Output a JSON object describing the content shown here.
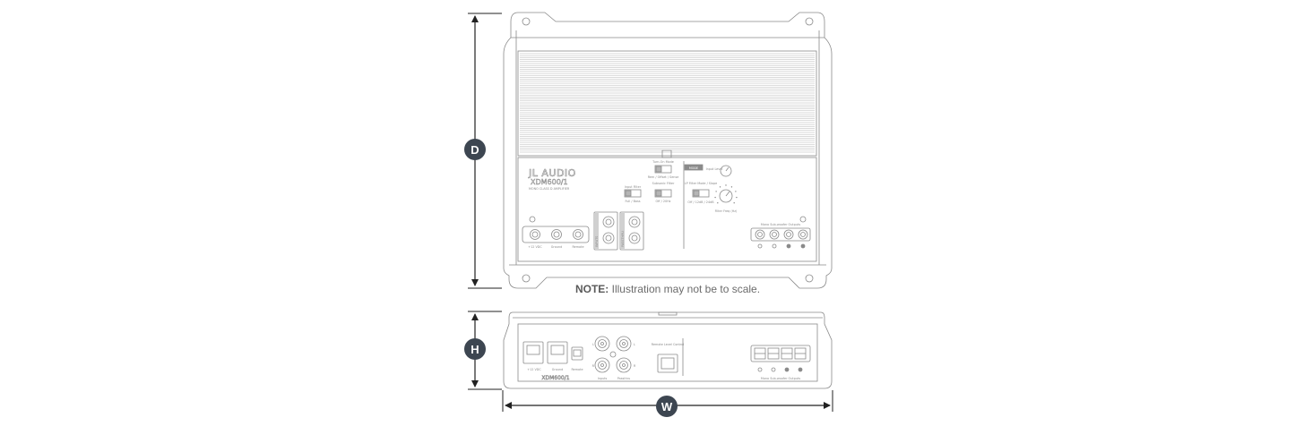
{
  "dimensions": {
    "depth_label": "D",
    "height_label": "H",
    "width_label": "W",
    "badge_color": "#3d4651"
  },
  "note": {
    "prefix": "NOTE:",
    "text": " Illustration may not be to scale."
  },
  "top_view": {
    "brand": "JL AUDIO",
    "model": "XDM600/1",
    "subtitle": "MONO CLASS D AMPLIFIER",
    "turn_on_mode_label": "Turn-On Mode",
    "turn_on_mode_options": "Rem / Offset / Sense",
    "input_filter_label": "Input Filter",
    "input_filter_options": "Full / Bass",
    "subsonic_filter_label": "Subsonic Filter",
    "subsonic_filter_options": "Off / 20Hz",
    "input_level_label": "Input Level",
    "lp_filter_label": "LP Filter Mode / Slope",
    "lp_filter_options": "Off / 12dB / 24dB",
    "filter_freq_label": "Filter Freq (Hz)",
    "badge_label": "MODE",
    "power_labels": [
      "+12 VDC",
      "Ground",
      "Remote"
    ],
    "speaker_outputs_label": "Mono Sub-woofer Outputs",
    "input_side_labels": [
      "INPUTS",
      "PASSTHRU"
    ]
  },
  "front_view": {
    "model": "XDM600/1",
    "power_labels": [
      "+12 VDC",
      "Ground",
      "Remote"
    ],
    "inputs_label": "Inputs",
    "passthru_label": "Passthru",
    "remote_label": "Remote Level Control",
    "speaker_outputs_label": "Mono Sub-woofer Outputs",
    "rca_labels": [
      "L",
      "R"
    ]
  }
}
